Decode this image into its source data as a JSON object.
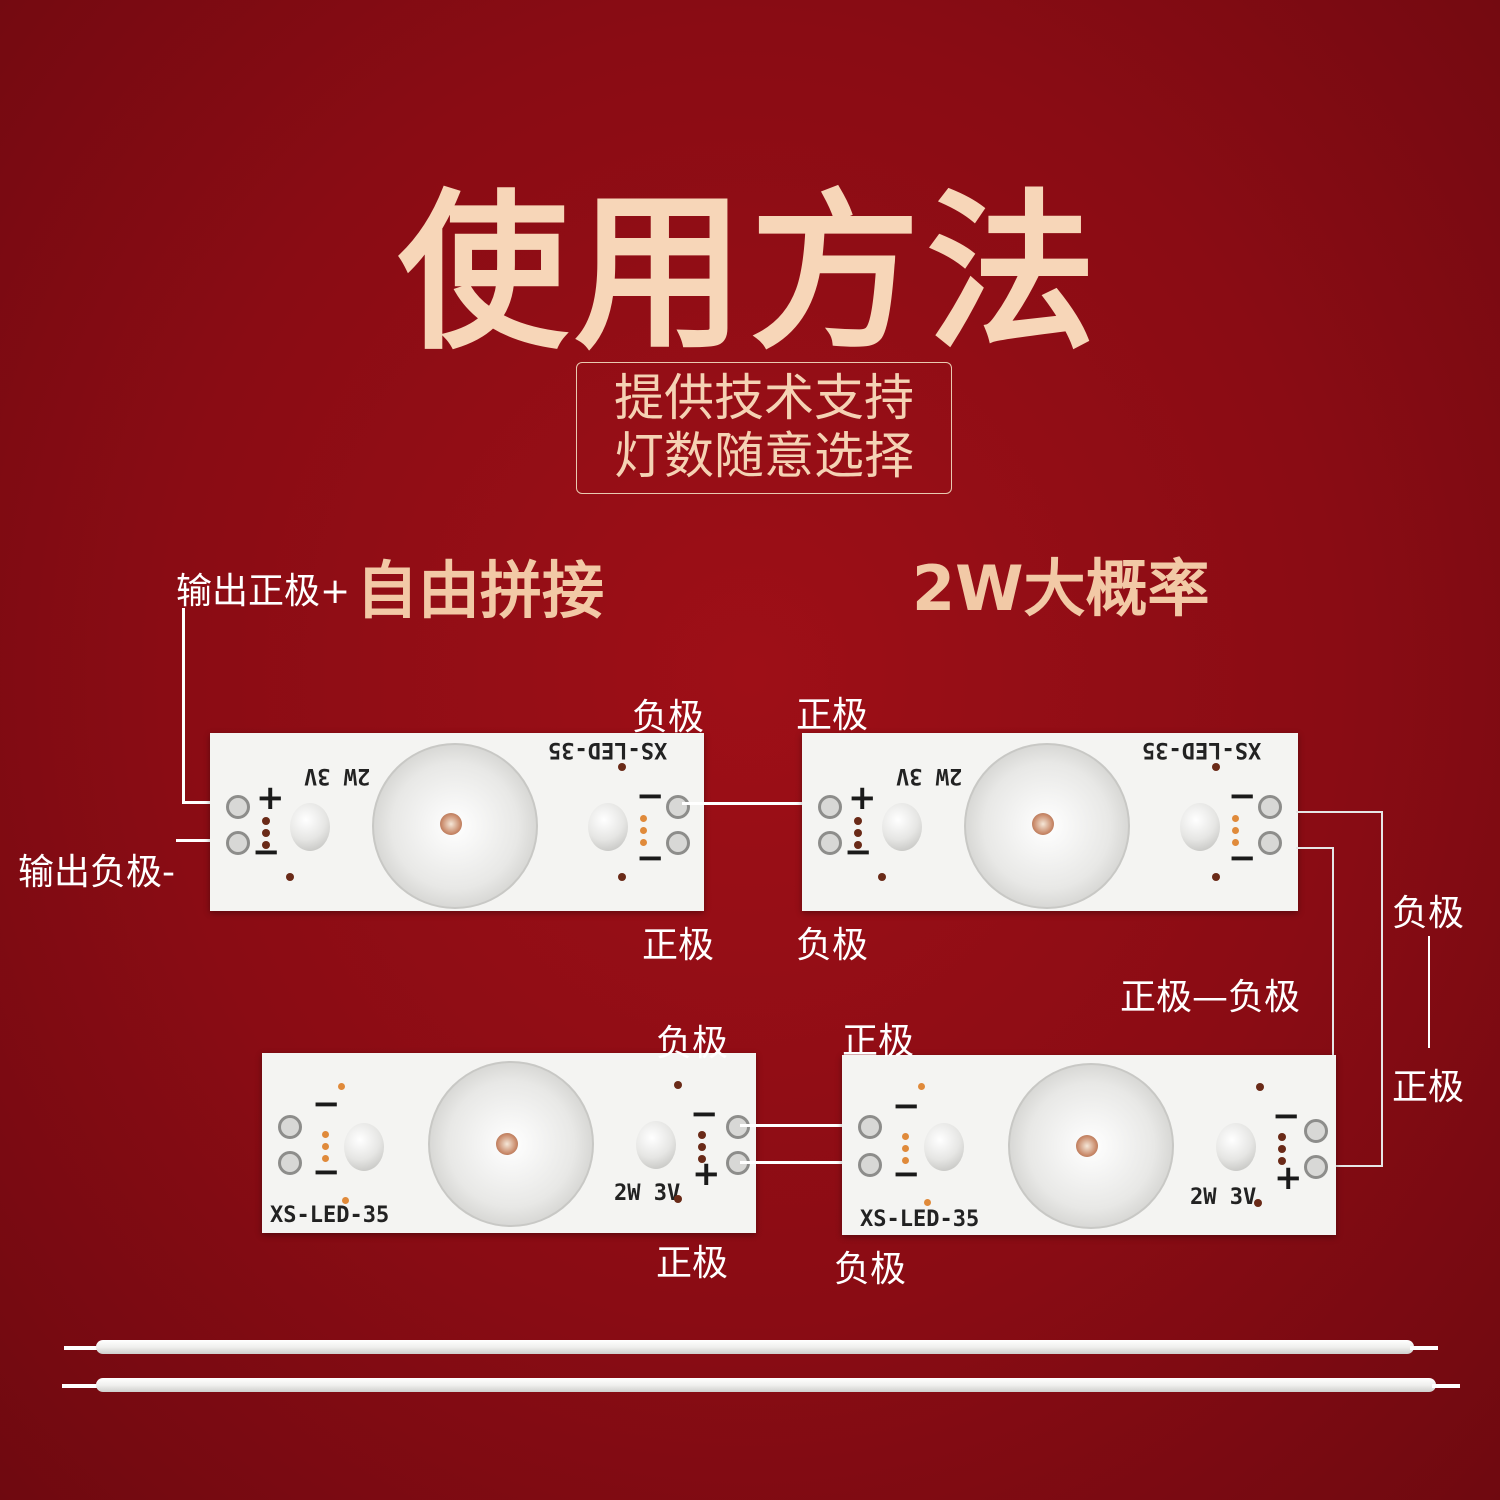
{
  "title": "使用方法",
  "support_box": {
    "line1": "提供技术支持",
    "line2": "灯数随意选择"
  },
  "headings": {
    "left": "自由拼接",
    "right": "2W大概率"
  },
  "labels": {
    "output_positive": "输出正极+",
    "output_negative": "输出负极-",
    "negative": "负极",
    "positive": "正极",
    "positive_to_negative": "正极—负极"
  },
  "board": {
    "model": "XS-LED-35",
    "rating": "2W 3V",
    "plus": "+",
    "minus": "−"
  },
  "colors": {
    "background": "#8a0c14",
    "title": "#f7d6b8",
    "heading": "#f2c9a6",
    "board": "#f4f4f2"
  }
}
